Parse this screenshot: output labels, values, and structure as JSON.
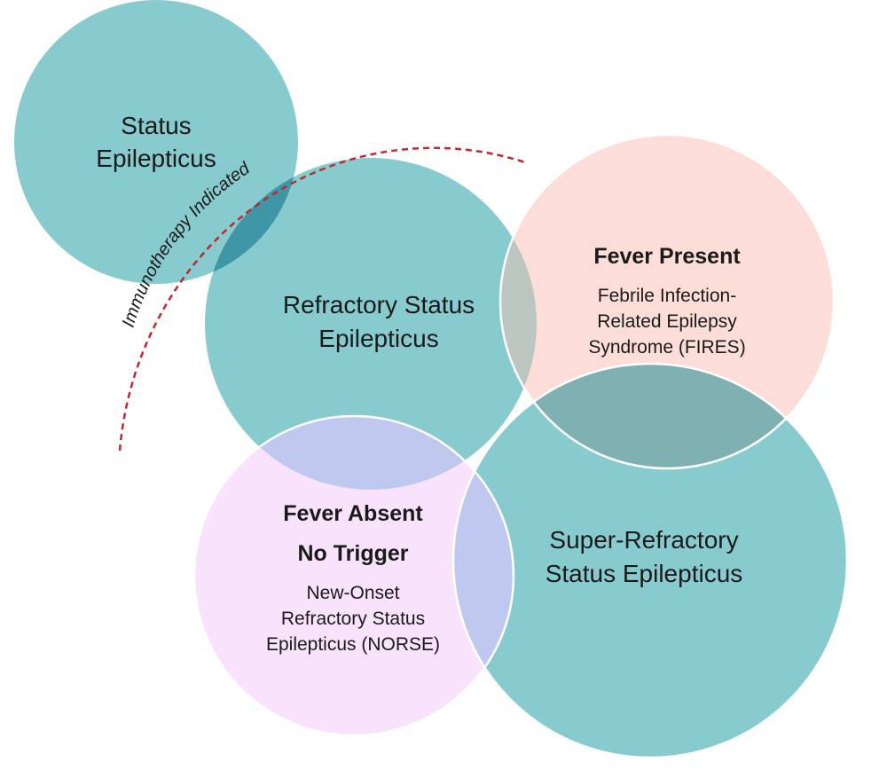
{
  "colors": {
    "teal": "#88cbcf",
    "teal_overlap": "#3f96a6",
    "peach": "#fcddd8",
    "peach_teal_overlap": "#bcc6c0",
    "peach_super_overlap": "#7fb1b3",
    "pink": "#f9e2fb",
    "lavender_overlap": "#bfc8ee",
    "dashed_arc": "#c0282d"
  },
  "circles": {
    "status_epilepticus": {
      "lines": [
        "Status",
        "Epilepticus"
      ]
    },
    "refractory": {
      "lines": [
        "Refractory Status",
        "Epilepticus"
      ]
    },
    "fires": {
      "heading": "Fever Present",
      "lines": [
        "Febrile Infection-",
        "Related Epilepsy",
        "Syndrome (FIRES)"
      ]
    },
    "norse": {
      "headings": [
        "Fever Absent",
        "No Trigger"
      ],
      "lines": [
        "New-Onset",
        "Refractory Status",
        "Epilepticus (NORSE)"
      ]
    },
    "super_refractory": {
      "lines": [
        "Super-Refractory",
        "Status Epilepticus"
      ]
    }
  },
  "arc": {
    "label": "Immunotherapy Indicated"
  }
}
